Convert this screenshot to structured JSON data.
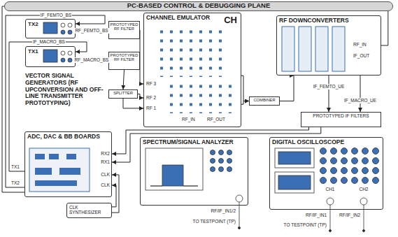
{
  "diagram": {
    "nodes": [
      {
        "text": [
          "PC-BASED CONTROL & DEBUGGING PLANE"
        ]
      },
      {
        "text": [
          "TX2"
        ]
      },
      {
        "text": [
          "TX1"
        ]
      },
      {
        "text": [
          "CHANNEL EMULATOR",
          "CH"
        ]
      },
      {
        "text": [
          "RF DOWNCONVERTERS"
        ]
      },
      {
        "text": [
          "ADC, DAC & BB BOARDS"
        ]
      },
      {
        "text": [
          "CLK SYNTHESIZER"
        ]
      },
      {
        "text": [
          "SPECTRUM/SIGNAL ANALYZER"
        ]
      },
      {
        "text": [
          "DIGITAL OSCILLOSCOPE"
        ]
      },
      {
        "text": [
          "PROTOTYPED RF FILTER"
        ]
      },
      {
        "text": [
          "PROTOTYPED RF FILTER"
        ]
      },
      {
        "text": [
          "SPLITTER"
        ]
      },
      {
        "text": [
          "COMBINER"
        ]
      },
      {
        "text": [
          "PROTOTYPED IF FILTERS"
        ]
      }
    ],
    "edges": [
      {
        "from": 5,
        "to": 1,
        "label": "IF_FEMTO_BS",
        "arrow": "to"
      },
      {
        "from": 5,
        "to": 2,
        "label": "IF_MACRO_BS",
        "arrow": "to"
      },
      {
        "from": 1,
        "to": 9,
        "label": "RF_FEMTO_BS",
        "arrow": "to"
      },
      {
        "from": 2,
        "to": 10,
        "label": "RF_MACRO_BS",
        "arrow": "to"
      },
      {
        "from": 9,
        "to": 3,
        "arrow": "to"
      },
      {
        "from": 10,
        "to": 11,
        "arrow": "to"
      },
      {
        "from": 11,
        "to": 3,
        "arrow": "to"
      },
      {
        "from": 11,
        "to": 3,
        "arrow": "to"
      },
      {
        "from": 3,
        "to": 12,
        "arrow": "to"
      },
      {
        "from": 3,
        "to": 12,
        "arrow": "to"
      },
      {
        "from": 12,
        "to": 4,
        "arrow": "to"
      },
      {
        "from": 4,
        "to": 13,
        "label": "IF_FEMTO_UE",
        "arrow": "to"
      },
      {
        "from": 4,
        "to": 13,
        "label": "IF_MACRO_UE",
        "arrow": "to"
      },
      {
        "from": 13,
        "to": 5,
        "arrow": "to"
      },
      {
        "from": 13,
        "to": 5,
        "arrow": "to"
      },
      {
        "from": 6,
        "to": 5,
        "arrow": "to"
      },
      {
        "from": 6,
        "to": 5,
        "arrow": "to"
      },
      {
        "from": 0,
        "to": 5,
        "arrow": "none"
      },
      {
        "from": 0,
        "to": 4,
        "arrow": "none"
      }
    ],
    "labels": [
      "VECTOR SIGNAL GENERATORS (RF UPCONVERSION AND OFF-LINE TRANSMITTER PROTOTYPING)",
      "RF 3",
      "RF 2",
      "RF 1",
      "RF_IN",
      "RF_OUT",
      "RF_IN",
      "IF_OUT",
      "TX1",
      "TX2",
      "RX2",
      "RX1",
      "CLK",
      "CLK",
      "RF/IF_IN1/2",
      "TO TESTPOINT (TP)",
      "CH1",
      "CH2",
      "RF/IF_IN1",
      "RF/IF_IN2",
      "TO TESTPOINT (TP)"
    ]
  }
}
